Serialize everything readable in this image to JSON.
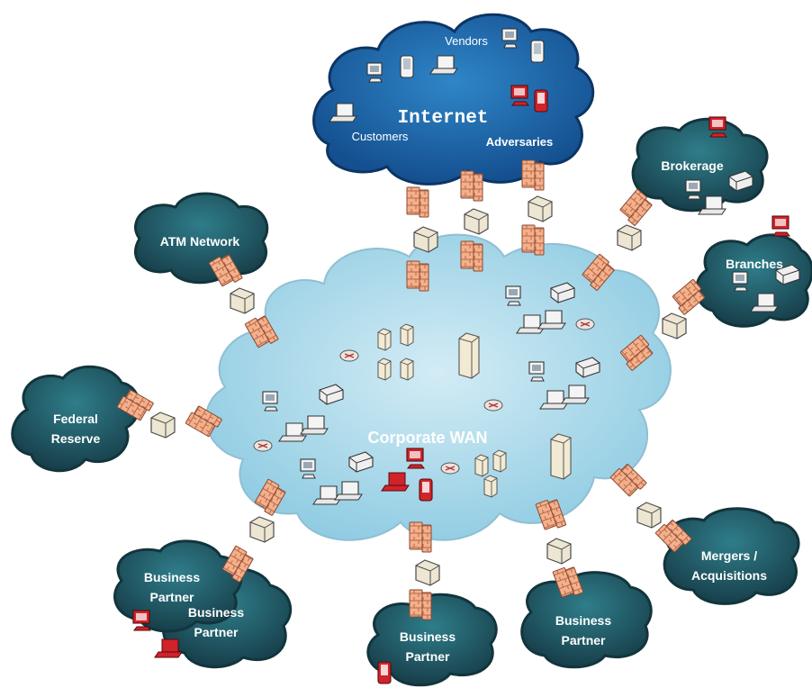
{
  "internet": {
    "title": "Internet",
    "vendors": "Vendors",
    "customers": "Customers",
    "adversaries": "Adversaries"
  },
  "core": {
    "title": "Corporate WAN"
  },
  "nodes": {
    "atm": "ATM Network",
    "federal_reserve": [
      "Federal",
      "Reserve"
    ],
    "brokerage": "Brokerage",
    "branches": "Branches",
    "mergers": [
      "Mergers /",
      "Acquisitions"
    ],
    "partner_front": [
      "Business",
      "Partner"
    ],
    "partner_back": [
      "Business",
      "Partner"
    ],
    "partner_bottom": [
      "Business",
      "Partner"
    ],
    "partner_right": [
      "Business",
      "Partner"
    ]
  },
  "colors": {
    "wan_cloud": "#a9d7ea",
    "internet_cloud": "#1f6aad",
    "remote_cloud": "#1f5f6b",
    "firewall": "#f0a77c",
    "adversary": "#c4161c"
  }
}
